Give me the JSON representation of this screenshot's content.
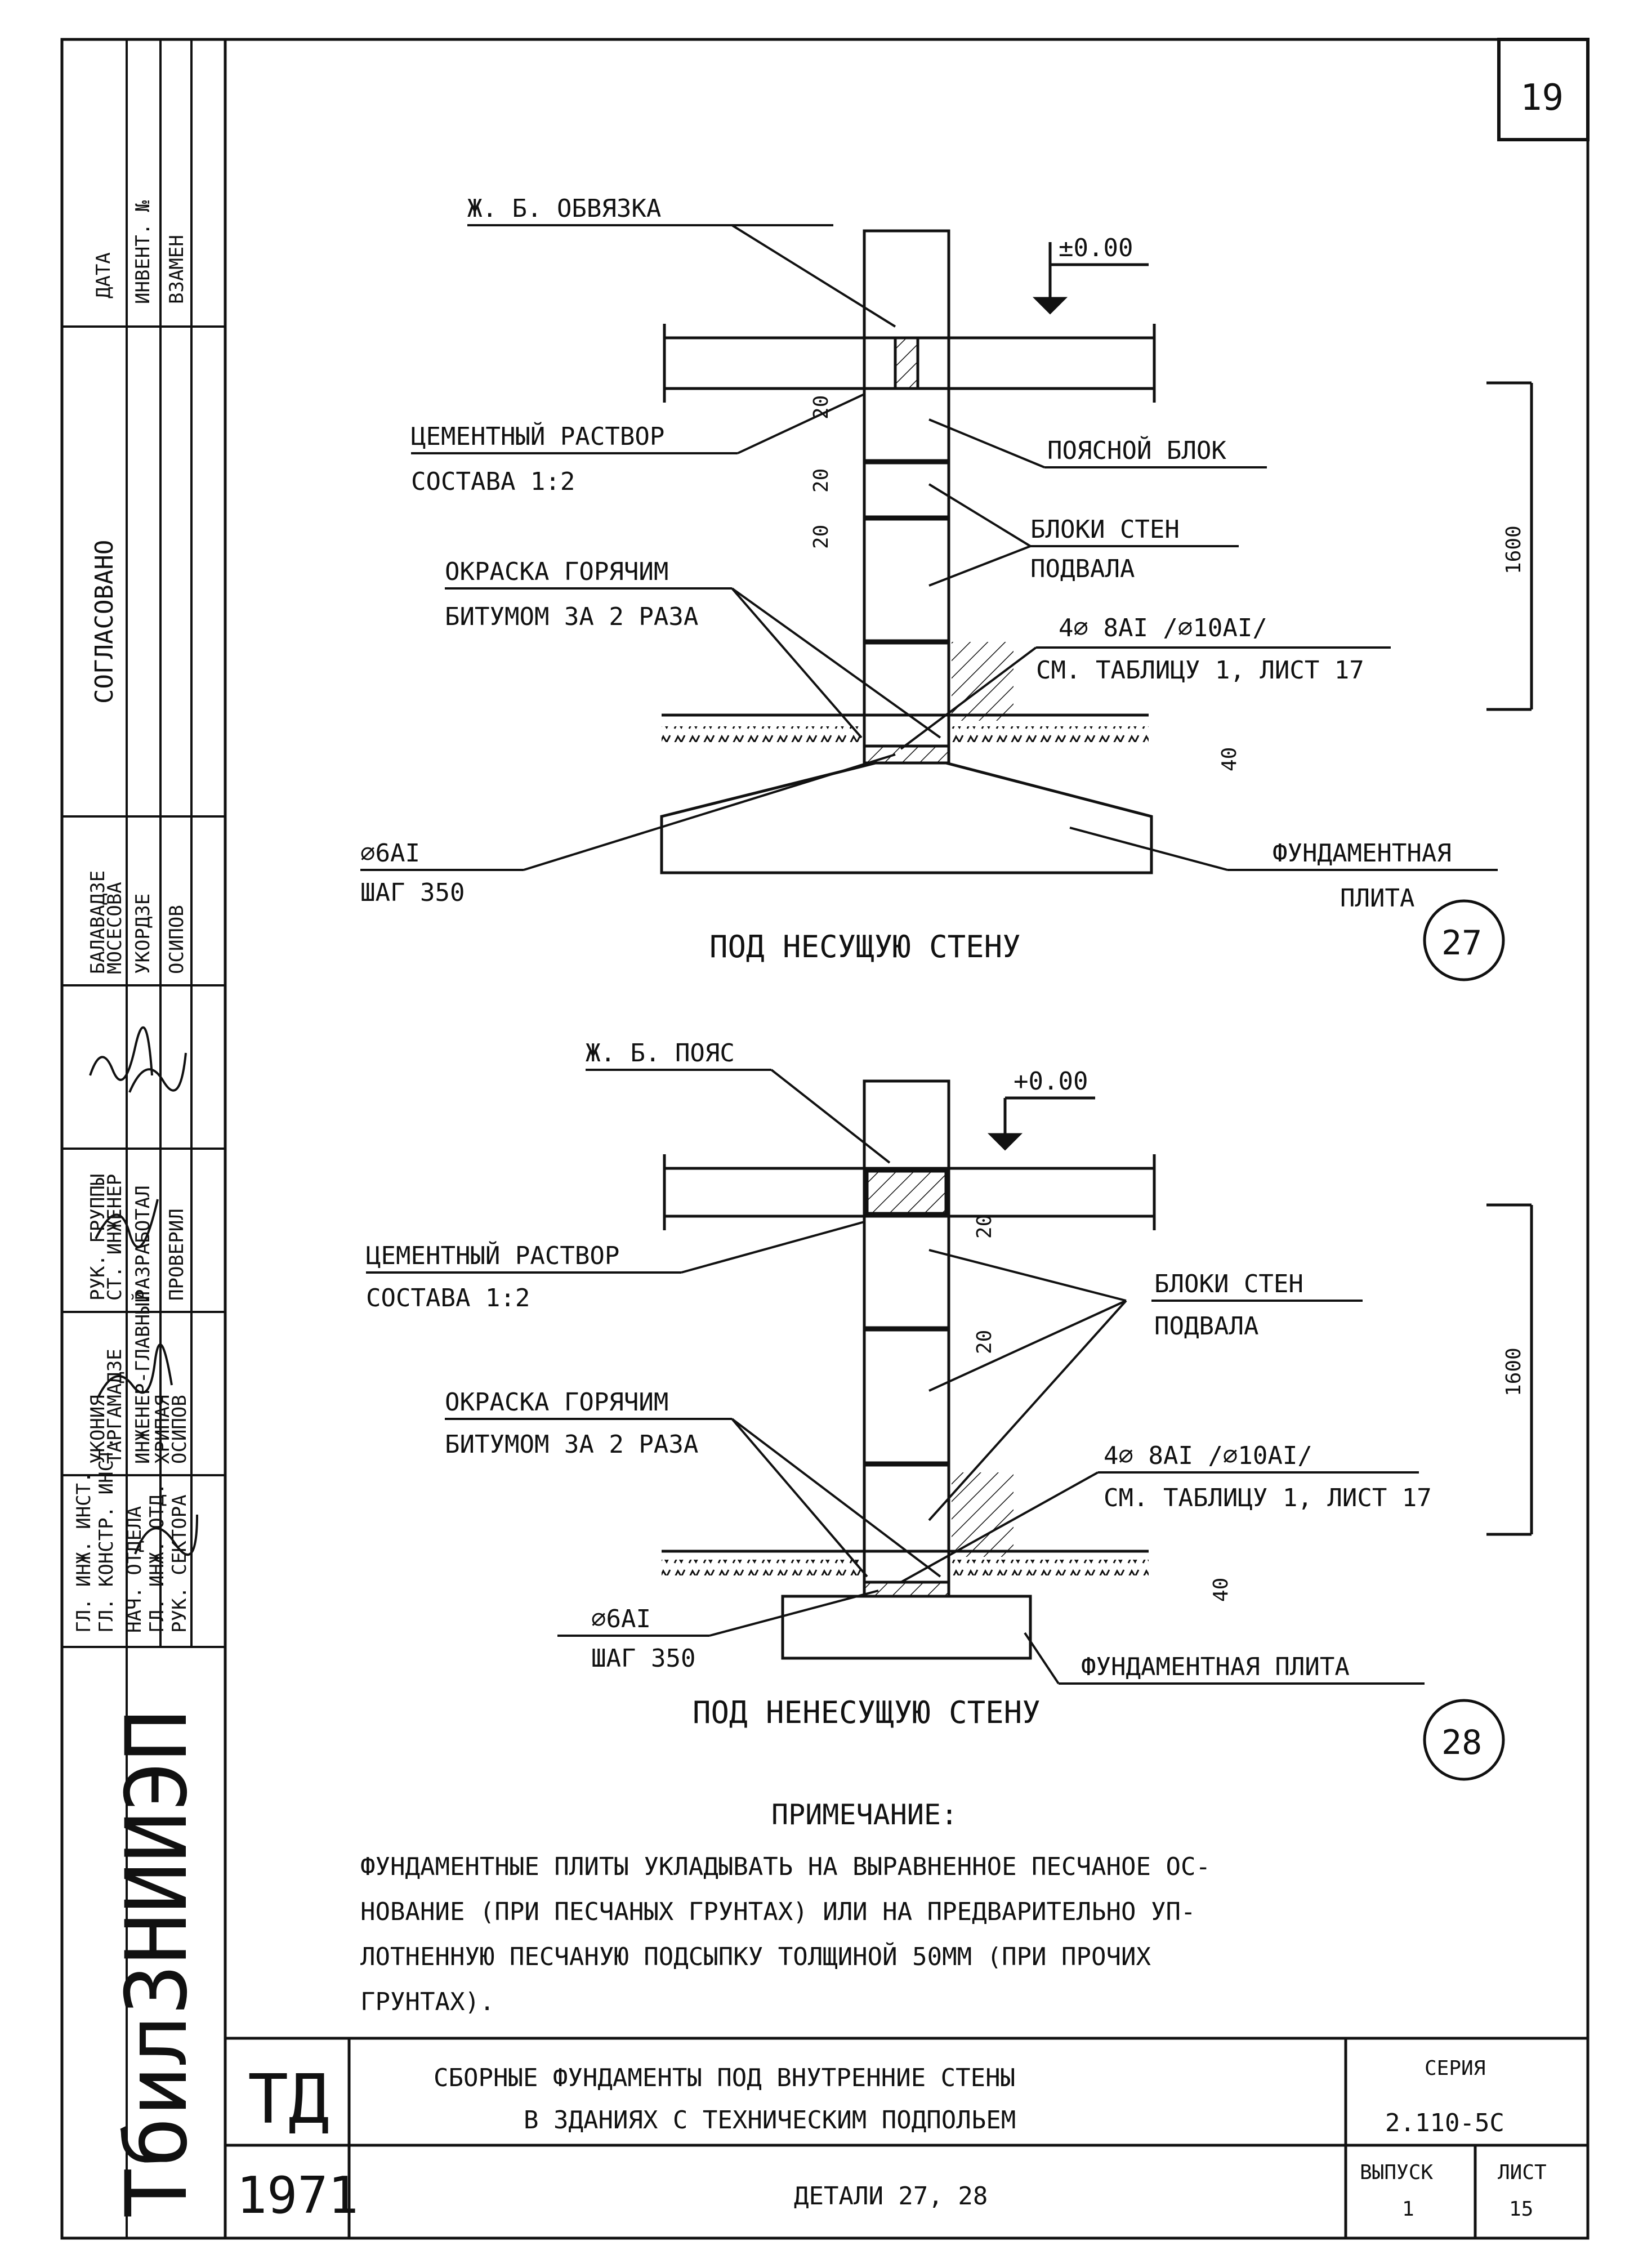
{
  "sheet": {
    "page_number": "19",
    "org_logo": "ТбилЗНИИЭП",
    "td": "ТД",
    "year": "1971"
  },
  "title_block": {
    "title_line1": "СБОРНЫЕ  ФУНДАМЕНТЫ  ПОД  ВНУТРЕННИЕ  СТЕНЫ",
    "title_line2": "В ЗДАНИЯХ  С  ТЕХНИЧЕСКИМ  ПОДПОЛЬЕМ",
    "subtitle": "ДЕТАЛИ  27, 28",
    "series_label": "СЕРИЯ",
    "series_value": "2.110-5С",
    "issue_label": "ВЫПУСК",
    "issue_value": "1",
    "sheet_label": "ЛИСТ",
    "sheet_value": "15"
  },
  "side_stamp": {
    "header_date": "ДАТА",
    "header_inv": "ИНВЕНТ. №",
    "header_replace": "ВЗАМЕН",
    "agreed": "СОГЛАСОВАНО",
    "roles": [
      "ГЛ. ИНЖ. ИНСТ.",
      "ГЛ. КОНСТР. ИНСТ.",
      "НАЧ. ОТДЕЛА",
      "ГЛ. ИНЖ. ОТД.",
      "РУК. СЕКТОРА"
    ],
    "roles2": [
      "УКОНИЯ",
      "ТАРГАМАДЗЕ",
      "ИНЖЕНЕР-ГЛАВНЫЙ",
      "ХРИПАЯ",
      "ОСИПОВ"
    ],
    "roles3": [
      "РУК. ГРУППЫ",
      "СТ. ИНЖЕНЕР",
      "РАЗРАБОТАЛ",
      "ПРОВЕРИЛ"
    ],
    "names": [
      "БАЛАВАДЗЕ",
      "МОСЕСОВА",
      "УКОРДЗЕ",
      "ОСИПОВ"
    ]
  },
  "detail27": {
    "label_beam": "Ж. Б. ОБВЯЗКА",
    "level": "±0.00",
    "mortar_1": "ЦЕМЕНТНЫЙ  РАСТВОР",
    "mortar_2": "СОСТАВА  1:2",
    "belt_block": "ПОЯСНОЙ  БЛОК",
    "wall_blocks_1": "БЛОКИ  СТЕН",
    "wall_blocks_2": "ПОДВАЛА",
    "paint_1": "ОКРАСКА  ГОРЯЧИМ",
    "paint_2": "БИТУМОМ  ЗА 2 РАЗА",
    "rebar_1": "4⌀ 8AI /⌀10AI/",
    "rebar_2": "СМ. ТАБЛИЦУ 1, ЛИСТ 17",
    "bar_1": "⌀6AI",
    "bar_2": "ШАГ  350",
    "slab_1": "ФУНДАМЕНТНАЯ",
    "slab_2": "ПЛИТА",
    "caption": "ПОД  НЕСУЩУЮ  СТЕНУ",
    "number": "27",
    "dim_20a": "20",
    "dim_20b": "20",
    "dim_20c": "20",
    "dim_40": "40",
    "dim_1600": "1600"
  },
  "detail28": {
    "label_belt": "Ж. Б. ПОЯС",
    "level": "+0.00",
    "mortar_1": "ЦЕМЕНТНЫЙ  РАСТВОР",
    "mortar_2": "СОСТАВА  1:2",
    "wall_blocks_1": "БЛОКИ  СТЕН",
    "wall_blocks_2": "ПОДВАЛА",
    "paint_1": "ОКРАСКА  ГОРЯЧИМ",
    "paint_2": "БИТУМОМ  ЗА 2 РАЗА",
    "rebar_1": "4⌀ 8AI /⌀10AI/",
    "rebar_2": "СМ. ТАБЛИЦУ 1, ЛИСТ 17",
    "bar_1": "⌀6AI",
    "bar_2": "ШАГ  350",
    "slab": "ФУНДАМЕНТНАЯ  ПЛИТА",
    "caption": "ПОД  НЕНЕСУЩУЮ  СТЕНУ",
    "number": "28",
    "dim_20": "20",
    "dim_20b": "20",
    "dim_40": "40",
    "dim_1600": "1600"
  },
  "note": {
    "heading": "ПРИМЕЧАНИЕ:",
    "line1": "ФУНДАМЕНТНЫЕ  ПЛИТЫ  УКЛАДЫВАТЬ  НА  ВЫРАВНЕННОЕ  ПЕСЧАНОЕ  ОС-",
    "line2": "НОВАНИЕ  (ПРИ  ПЕСЧАНЫХ  ГРУНТАХ)  ИЛИ  НА  ПРЕДВАРИТЕЛЬНО  УП-",
    "line3": "ЛОТНЕННУЮ  ПЕСЧАНУЮ  ПОДСЫПКУ  ТОЛЩИНОЙ  50ММ  (ПРИ  ПРОЧИХ",
    "line4": "ГРУНТАХ)."
  }
}
